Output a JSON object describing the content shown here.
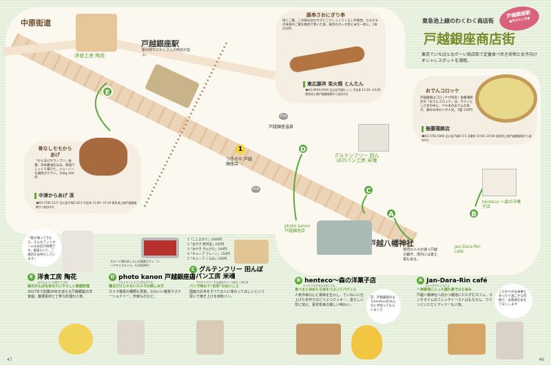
{
  "header": {
    "series": "東急池上線のわくわく商店街",
    "title": "戸越銀座商店街",
    "badge_line1": "戸越銀座駅",
    "badge_line2": "●東急池上線●",
    "lead": "東京でいちばんながーい商店街で定番食べ歩き名物と女子向けオシャレスポットを満喫。"
  },
  "map": {
    "street_label": "中原街道",
    "station": "戸越銀座駅",
    "onsen": "戸越銀座温泉",
    "shrine": "戸越八幡神社",
    "p_labels": [
      "P56",
      "P56"
    ],
    "tsuginoya": "つきのや 戸越銀座店",
    "route_number": "1",
    "shrine_note": "地元の人々が通う戸越の鎮守。境内には富士塚もある。",
    "station_note": "駅の周りにたくさんの商店が並ぶ。",
    "labels": {
      "e": "洋食工房 陶花",
      "d": "photo kanon 戸越銀座店",
      "c": "グルテンフリー 田んぼのパン工房 米魂",
      "b": "henteco 〜森の洋菓子店",
      "a": "Jan-Dara-Rin café"
    }
  },
  "features": [
    {
      "title": "豚串さおにぎり串",
      "text": "肉とご飯、この組み合わせがどこかしっくりくるし中毒性。ちもちもの食感のご飯を豚肉で巻いた串。秘伝のタレが肉と米を一体に。1本250円",
      "shop": "東広豚丼 炭火焼 とんたん",
      "info": "☎03-XXXX-XXXX 品川区戸越1-○-○ 不定休 11:30〜23:00 東急池上線戸越銀座駅から徒歩2分"
    },
    {
      "title": "おでんコロッケ",
      "text": "戸越銀座はコロッケが有名！後藤蒲鉾店の「おでんコロッケ」は、サクッとした衣の中に、ヤキ木のおでんの具が。素朴な味わいが人気。1個 150円",
      "shop": "後藤蒲鉾店",
      "info": "☎03-3781-5896 品川区戸越2-5-5 日曜休 10:00〜20:00 東急池上線戸越銀座駅から徒歩5分"
    },
    {
      "title": "骨なしモモからあげ",
      "text": "「からあげグランプリ」金賞。日本醤油仕込み。鶏油でじっくり揚げた、ジューシーな鶏肉がウマい。100g 200円",
      "shop": "中津からあげ 渓",
      "info": "☎03-3785-1117 品川区平塚2-18-5 不定休 11:00〜21:00 東急池上線戸越銀座駅から徒歩3分"
    }
  ],
  "shops": [
    {
      "letter": "E",
      "name": "洋食工房 陶花",
      "kana": "ようしょくこうぼう とうか",
      "catch": "毎日がんばるあなたにやさしい家庭料理",
      "text": "2017年で創業16年を迎える戸越銀座の洋食屋。厳選素材と丁寧な料理が人気。",
      "bubble": "「家が帰ってきたら、そんなアットホームなお店が目標です。家族3人で、ご来店をお待ちしています」"
    },
    {
      "letter": "D",
      "name": "photo kanon 戸越銀座店",
      "kana": "フォトカノン とごしぎんざてん",
      "catch": "撮るだけじゃないカメラの楽しみ方",
      "text": "カメラ雑貨の種類も豊富。かわいい雑貨やステーショナリー、作家ものなど。",
      "caption": "スエード調のあしらいの国産ボディ「ハーフサイズカメラ」1万8000円"
    },
    {
      "letter": "C",
      "name": "グルテンフリー 田んぼのパン工房 米魂",
      "kana": "グルテンフリー たんぼのパンこうぼう こめだま",
      "catch": "パンで味わう“お米”のおいしさ",
      "text": "国産のお米をすべての人に味わってほしいという思いで焼き上げる米粉パン。",
      "list": [
        "1「こしひかり」1000円",
        "2「おやき 野沢菜」240円",
        "3「おやき きんぴら」240円",
        "4「キューブ プレーン」150円",
        "5「キューブ くるみ」160円"
      ]
    },
    {
      "letter": "B",
      "name": "henteco〜森の洋菓子店",
      "kana": "ヘンテコ もりのようがしてん",
      "catch": "食べると決めたら目をつぶってパクッと",
      "text": "人気作家の心と風味を生かし、ていねいに仕上げた手作りのどうぶつクッキー。愛らしい形に加え、素材本来の優しい味わい。",
      "bubble": "店、戸越銀座のまちhentecoのみんなに手伝ってもらいました"
    },
    {
      "letter": "A",
      "name": "Jan-Dara-Rin café",
      "kana": "ジャンダラリン カフェ",
      "catch": "一歩路地に入った隠れ家でひと休み",
      "text": "戸越八幡神社へ向かう路地にたたずむカフェ。ランチタイムのフレンチトーストはもちろん、ワインといただくディナーも人気。",
      "bubble": "こだわりのお食事とゆったり過ごせる空間で、お客様をおもてなしします"
    }
  ],
  "page_numbers": {
    "left": "47",
    "right": "46"
  }
}
